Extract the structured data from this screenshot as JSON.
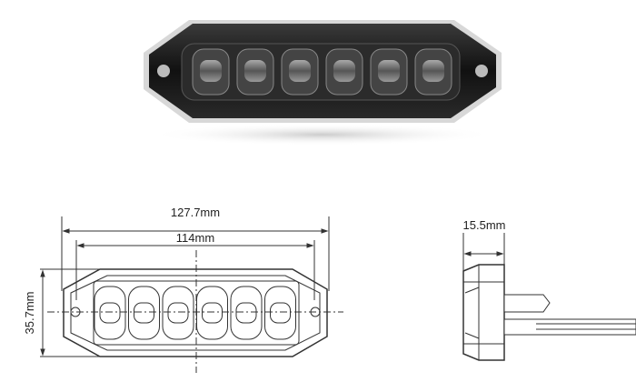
{
  "title": "LED light head dimensions",
  "dimensions": {
    "overall_length": "127.7mm",
    "mount_spacing": "114mm",
    "height": "35.7mm",
    "depth": "15.5mm"
  },
  "led_count": 6,
  "colors": {
    "housing": "#1c1c1c",
    "line": "#333333"
  }
}
